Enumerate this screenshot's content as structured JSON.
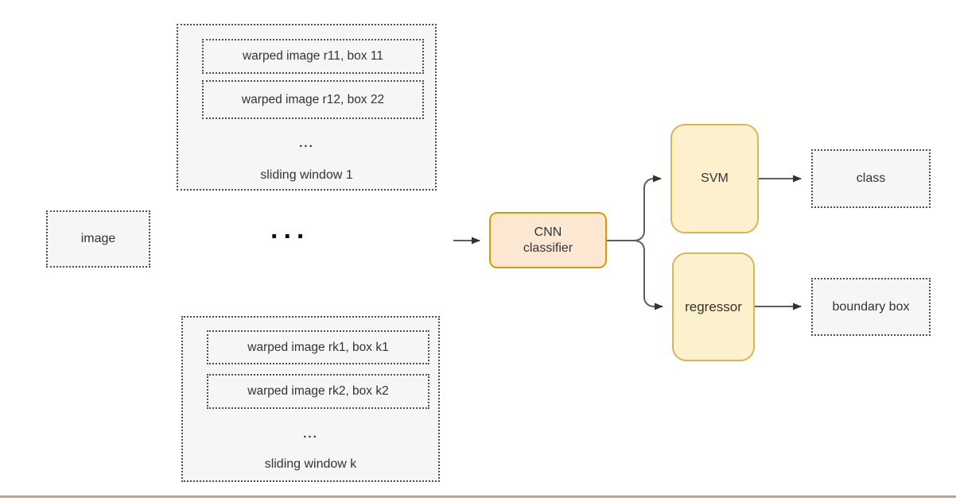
{
  "diagram": {
    "image_box": {
      "label": "image"
    },
    "sliding_window_1": {
      "item_1": "warped image r11, box 11",
      "item_2": "warped image r12, box 22",
      "ellipsis": "...",
      "label": "sliding window 1"
    },
    "middle_ellipsis": "...",
    "sliding_window_k": {
      "item_1": "warped image rk1, box k1",
      "item_2": "warped image rk2, box k2",
      "ellipsis": "...",
      "label": "sliding window k"
    },
    "cnn_classifier": {
      "line1": "CNN",
      "line2": "classifier"
    },
    "svm": {
      "label": "SVM"
    },
    "regressor": {
      "label": "regressor"
    },
    "class_box": {
      "label": "class"
    },
    "boundary_box": {
      "label": "boundary box"
    }
  },
  "colors": {
    "cnn_fill": "#fce8d2",
    "cnn_border": "#d79b00",
    "yellow_fill": "#fdf0cd",
    "yellow_border": "#d6b656",
    "dashed_fill": "#f6f6f6",
    "dashed_border": "#4f4f4f",
    "arrow_line": "#5f5f5f",
    "arrow_head": "#333333",
    "text": "#333333",
    "bottom_bar": "#b5a49a"
  }
}
